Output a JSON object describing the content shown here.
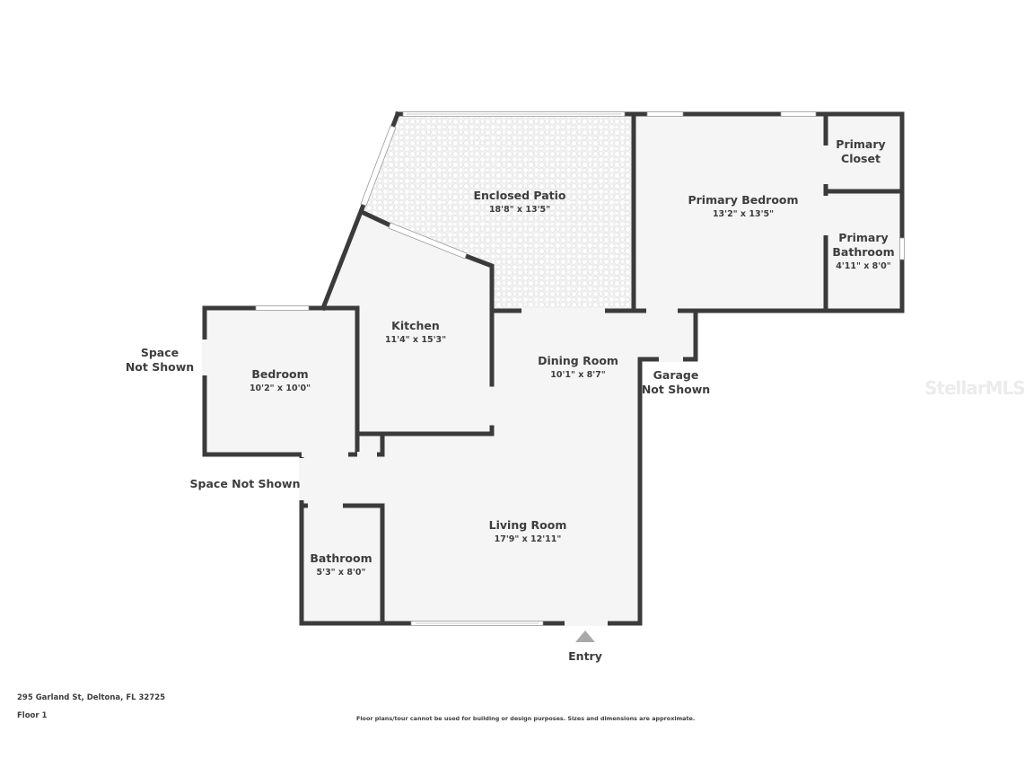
{
  "floor_plan": {
    "title": "Floor 1",
    "address": "295 Garland St, Deltona, FL 32725",
    "disclaimer": "Floor plans/tour cannot be used for building or design purposes. Sizes and dimensions are approximate.",
    "watermark": "StellarMLS",
    "rooms": [
      {
        "id": "enclosed-patio",
        "name": "Enclosed Patio",
        "dimensions": "18'8\" x 13'5\""
      },
      {
        "id": "primary-bedroom",
        "name": "Primary Bedroom",
        "dimensions": "13'2\" x 13'5\""
      },
      {
        "id": "primary-closet",
        "name_line1": "Primary",
        "name_line2": "Closet"
      },
      {
        "id": "primary-bathroom",
        "name_line1": "Primary",
        "name_line2": "Bathroom",
        "dimensions": "4'11\" x 8'0\""
      },
      {
        "id": "kitchen",
        "name": "Kitchen",
        "dimensions": "11'4\" x 15'3\""
      },
      {
        "id": "bedroom",
        "name": "Bedroom",
        "dimensions": "10'2\" x 10'0\""
      },
      {
        "id": "dining-room",
        "name": "Dining Room",
        "dimensions": "10'1\" x 8'7\""
      },
      {
        "id": "living-room",
        "name": "Living Room",
        "dimensions": "17'9\" x 12'11\""
      },
      {
        "id": "bathroom",
        "name": "Bathroom",
        "dimensions": "5'3\" x 8'0\""
      }
    ],
    "external_labels": {
      "space_not_shown_left_line1": "Space",
      "space_not_shown_left_line2": "Not Shown",
      "space_not_shown_bottom": "Space Not Shown",
      "garage_line1": "Garage",
      "garage_line2": "Not Shown",
      "entry": "Entry"
    },
    "colors": {
      "wall": "#3b3b3b",
      "floor": "#f5f5f5",
      "patio_tile": "#ececec",
      "text": "#3d3d3d",
      "entry_arrow": "#a9a9a9"
    }
  }
}
